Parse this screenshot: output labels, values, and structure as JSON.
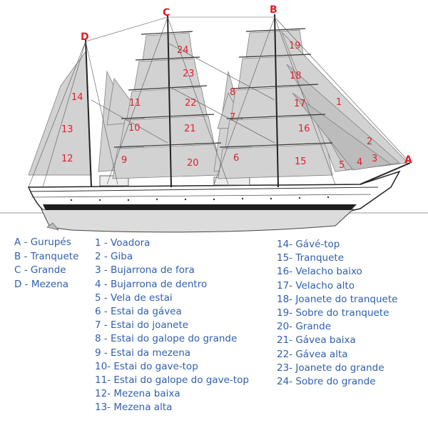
{
  "masts": [
    {
      "letter": "A",
      "label": "A - Gurupés"
    },
    {
      "letter": "B",
      "label": "B - Tranquete"
    },
    {
      "letter": "C",
      "label": "C - Grande"
    },
    {
      "letter": "D",
      "label": "D - Mezena"
    }
  ],
  "sails_col1": [
    "1 - Voadora",
    "2 - Giba",
    "3 - Bujarrona de fora",
    "4 - Bujarrona de dentro",
    "5 - Vela de estai",
    "6 - Estai da gávea",
    "7 - Estai do joanete",
    "8 - Estai do galope do grande",
    "9 - Estai da mezena",
    "10- Estai do gave-top",
    "11- Estai do galope do gave-top",
    "12- Mezena baixa",
    "13- Mezena alta"
  ],
  "sails_col2": [
    "14- Gávé-top",
    "15- Tranquete",
    "16- Velacho baixo",
    "17- Velacho alto",
    "18- Joanete do tranquete",
    "19- Sobre do tranquete",
    "20- Grande",
    "21- Gávea baixa",
    "22- Gávea alta",
    "23- Joanete do grande",
    "24- Sobre do grande"
  ],
  "callouts": [
    "1",
    "2",
    "3",
    "4",
    "5",
    "6",
    "7",
    "8",
    "9",
    "10",
    "11",
    "12",
    "13",
    "14",
    "15",
    "16",
    "17",
    "18",
    "19",
    "20",
    "21",
    "22",
    "23",
    "24"
  ],
  "colors": {
    "callout": "#e0202a",
    "legend": "#2f5fae",
    "sail": "#d2d2d2",
    "hull": "#1e1e1e",
    "rigging": "#555555"
  }
}
